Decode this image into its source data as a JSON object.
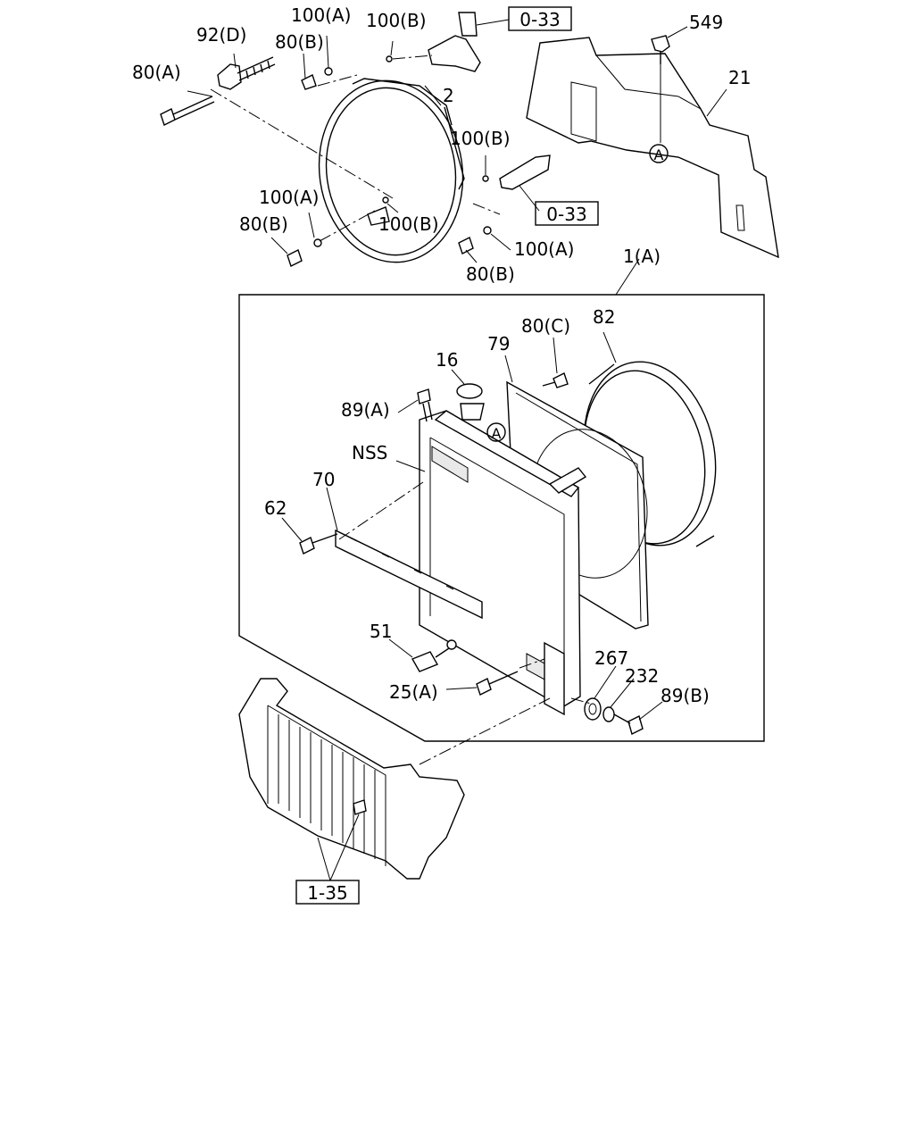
{
  "labels": {
    "l_80A_top": "80(A)",
    "l_92D": "92(D)",
    "l_80B_top": "80(B)",
    "l_100A_top": "100(A)",
    "l_100B_top": "100(B)",
    "l_ref_033_top": "0-33",
    "l_549": "549",
    "l_21": "21",
    "l_2": "2",
    "l_100B_right": "100(B)",
    "l_ref_033_mid": "0-33",
    "l_100A_left": "100(A)",
    "l_80B_left": "80(B)",
    "l_100B_inner": "100(B)",
    "l_100A_bottom": "100(A)",
    "l_80B_bottom": "80(B)",
    "l_1A": "1(A)",
    "l_82": "82",
    "l_80C": "80(C)",
    "l_79": "79",
    "l_16": "16",
    "l_89A": "89(A)",
    "l_NSS": "NSS",
    "l_70": "70",
    "l_62": "62",
    "l_51": "51",
    "l_25A": "25(A)",
    "l_267": "267",
    "l_232": "232",
    "l_89B": "89(B)",
    "l_ref_135": "1-35",
    "marker_A_shroud": "A",
    "marker_A_radiator": "A"
  }
}
